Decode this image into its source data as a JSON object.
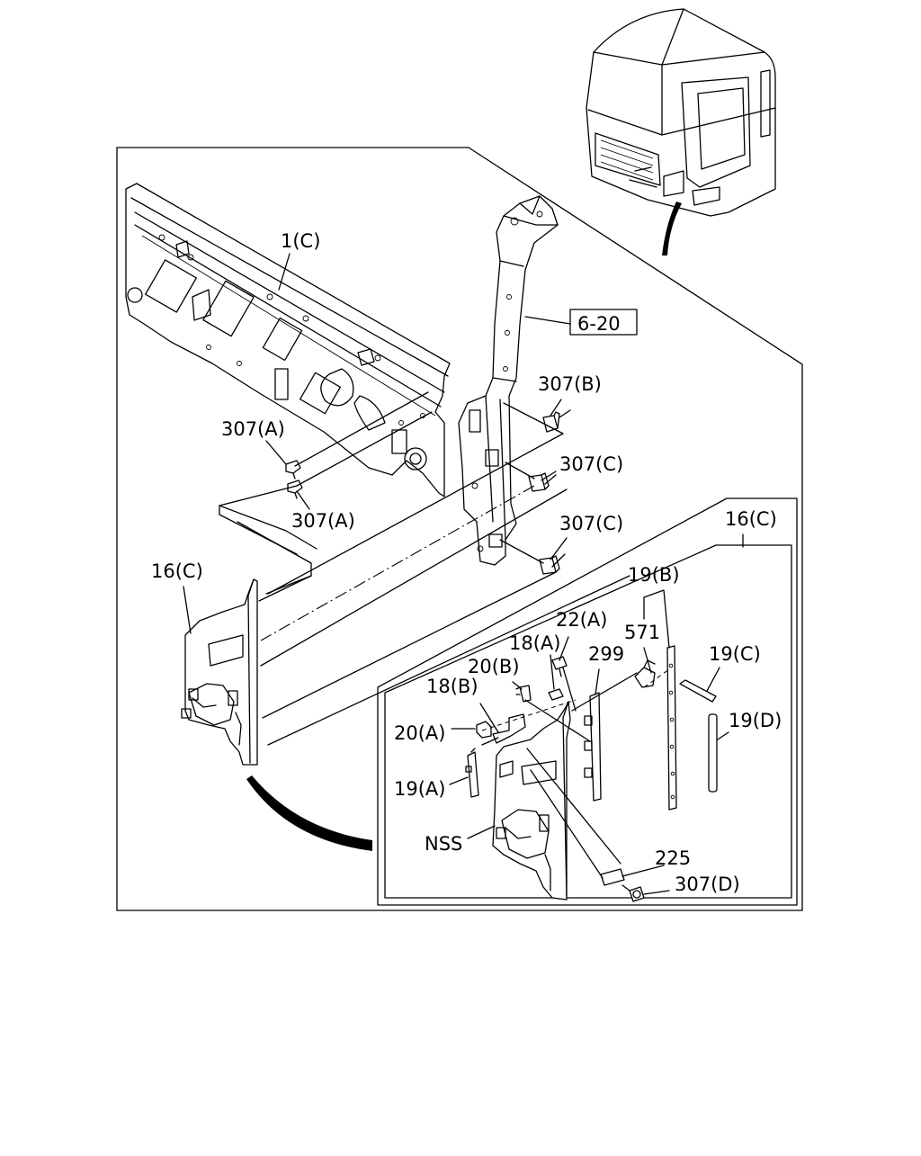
{
  "labels": {
    "l_1c": "1(C)",
    "l_6_20": "6-20",
    "l_307b": "307(B)",
    "l_307a_top": "307(A)",
    "l_307a_bottom": "307(A)",
    "l_307c_top": "307(C)",
    "l_307c_bottom": "307(C)",
    "l_16c_left": "16(C)",
    "l_16c_inset": "16(C)",
    "l_19b": "19(B)",
    "l_22a": "22(A)",
    "l_571": "571",
    "l_18a": "18(A)",
    "l_299": "299",
    "l_20b": "20(B)",
    "l_19c": "19(C)",
    "l_18b": "18(B)",
    "l_20a": "20(A)",
    "l_19d": "19(D)",
    "l_19a": "19(A)",
    "l_nss": "NSS",
    "l_225": "225",
    "l_307d": "307(D)"
  }
}
